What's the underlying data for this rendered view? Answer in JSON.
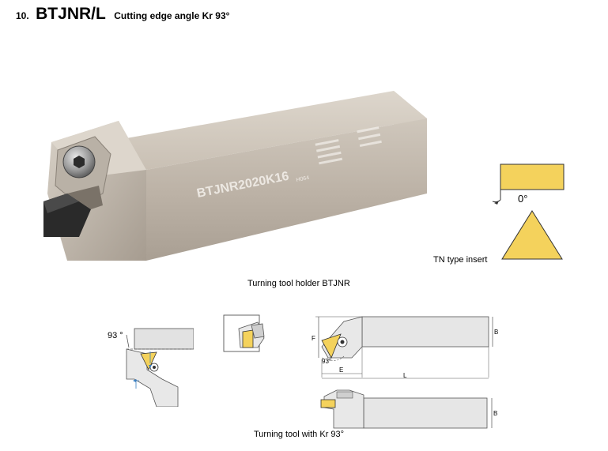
{
  "header": {
    "number": "10.",
    "model": "BTJNR/L",
    "description": "Cutting edge angle Kr 93°"
  },
  "photo": {
    "marking_main": "BTJNR2020K16",
    "marking_small": "H064"
  },
  "insert_diagram": {
    "angle_label": "0°",
    "caption": "TN type insert",
    "colors": {
      "insert_fill": "#f4d25c",
      "outline": "#333333"
    }
  },
  "captions": {
    "photo_caption": "Turning tool holder BTJNR",
    "drawings_caption": "Turning tool with Kr 93°"
  },
  "drawings": {
    "angle_left": "93 °",
    "angle_side": "93°",
    "dim_F": "F",
    "dim_B_top": "B",
    "dim_B_bottom": "B",
    "dim_E": "E",
    "dim_L": "L"
  }
}
